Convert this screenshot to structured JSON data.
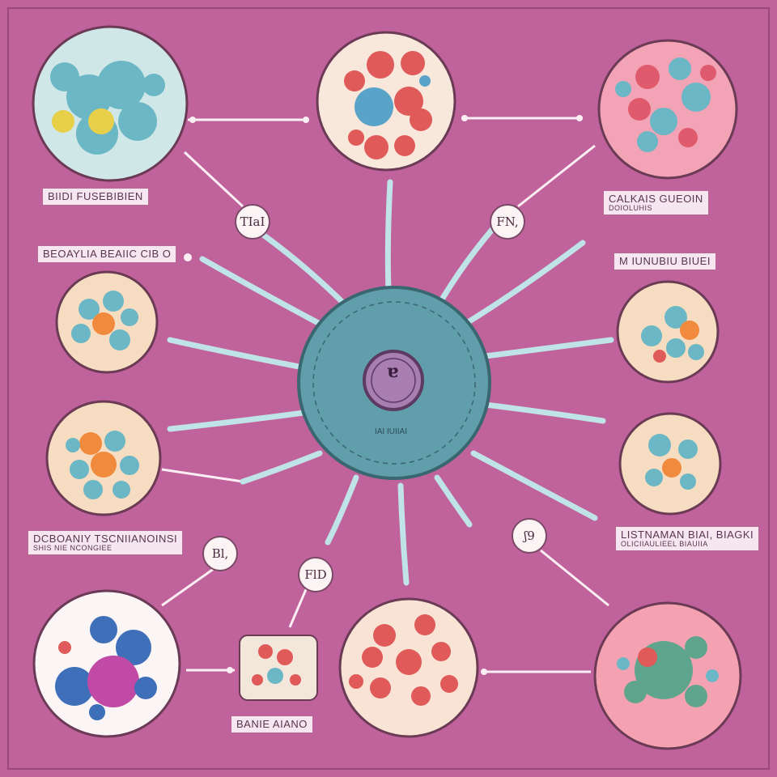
{
  "center": {
    "label": "IAI IUIIAI",
    "nucleus_text": "ɐ"
  },
  "labels": {
    "top_left": "BIIDI FUSEBIBIEN",
    "left_upper": "BEOAYLIA BEAIIC CIB O",
    "left_lower": "DCBOANIY TSCNIIANOINSI",
    "left_lower_sub": "SHIS NIE NCONGIEE",
    "bottom_mid": "BANIE AIANO",
    "right_upper": "CALKAIS GUEOIN",
    "right_upper_sub": "DOIOLUHIS",
    "right_mid": "M IUNUBIU BIUEI",
    "right_lower": "LISTNAMAN BIAI, BIAGKI",
    "right_lower_sub": "OLICIIAULIEEL BIAUIIA"
  },
  "bubbles": {
    "b1": "TIaI",
    "b2": "FN,",
    "b3": "Bl,",
    "b4": "FlD",
    "b5": "ʃ9"
  },
  "colors": {
    "background": "#c0639c",
    "nucleus": "#5f9eaa",
    "membrane": "#a8d4d8",
    "cell_border": "#6b3a55"
  }
}
